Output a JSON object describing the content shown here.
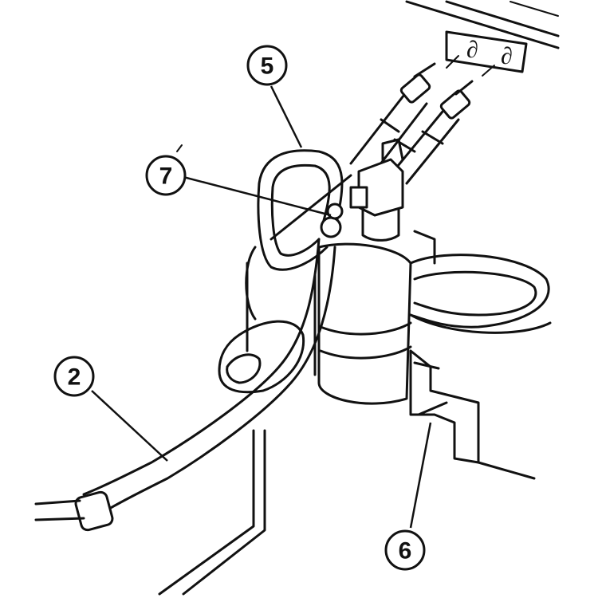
{
  "callouts": {
    "label_5": "5",
    "label_7": "7",
    "label_2": "2",
    "label_6": "6"
  },
  "connector_glyphs": [
    "∂",
    "∂"
  ]
}
